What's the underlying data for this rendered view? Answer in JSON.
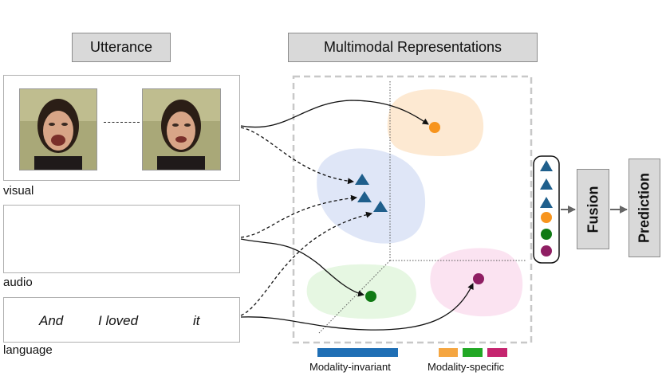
{
  "headers": {
    "utterance": "Utterance",
    "representations": "Multimodal Representations"
  },
  "modalities": {
    "visual": "visual",
    "audio": "audio",
    "language": "language"
  },
  "sentence": [
    "And",
    "I loved",
    "it"
  ],
  "stages": {
    "fusion": "Fusion",
    "prediction": "Prediction"
  },
  "legend": {
    "invariant": "Modality-invariant",
    "specific": "Modality-specific"
  },
  "colors": {
    "invariant_bar": "#1f6fb5",
    "specific_orange": "#f5a641",
    "specific_green": "#22a825",
    "specific_magenta": "#c5256f",
    "triangle": "#1f5f8c",
    "dot_orange": "#f7941d",
    "dot_green": "#107a14",
    "dot_magenta": "#8f1e63",
    "blob_blue": "#dfe6f7",
    "blob_orange": "#fde9d2",
    "blob_green": "#e6f7e2",
    "blob_pink": "#fbe3f1"
  }
}
